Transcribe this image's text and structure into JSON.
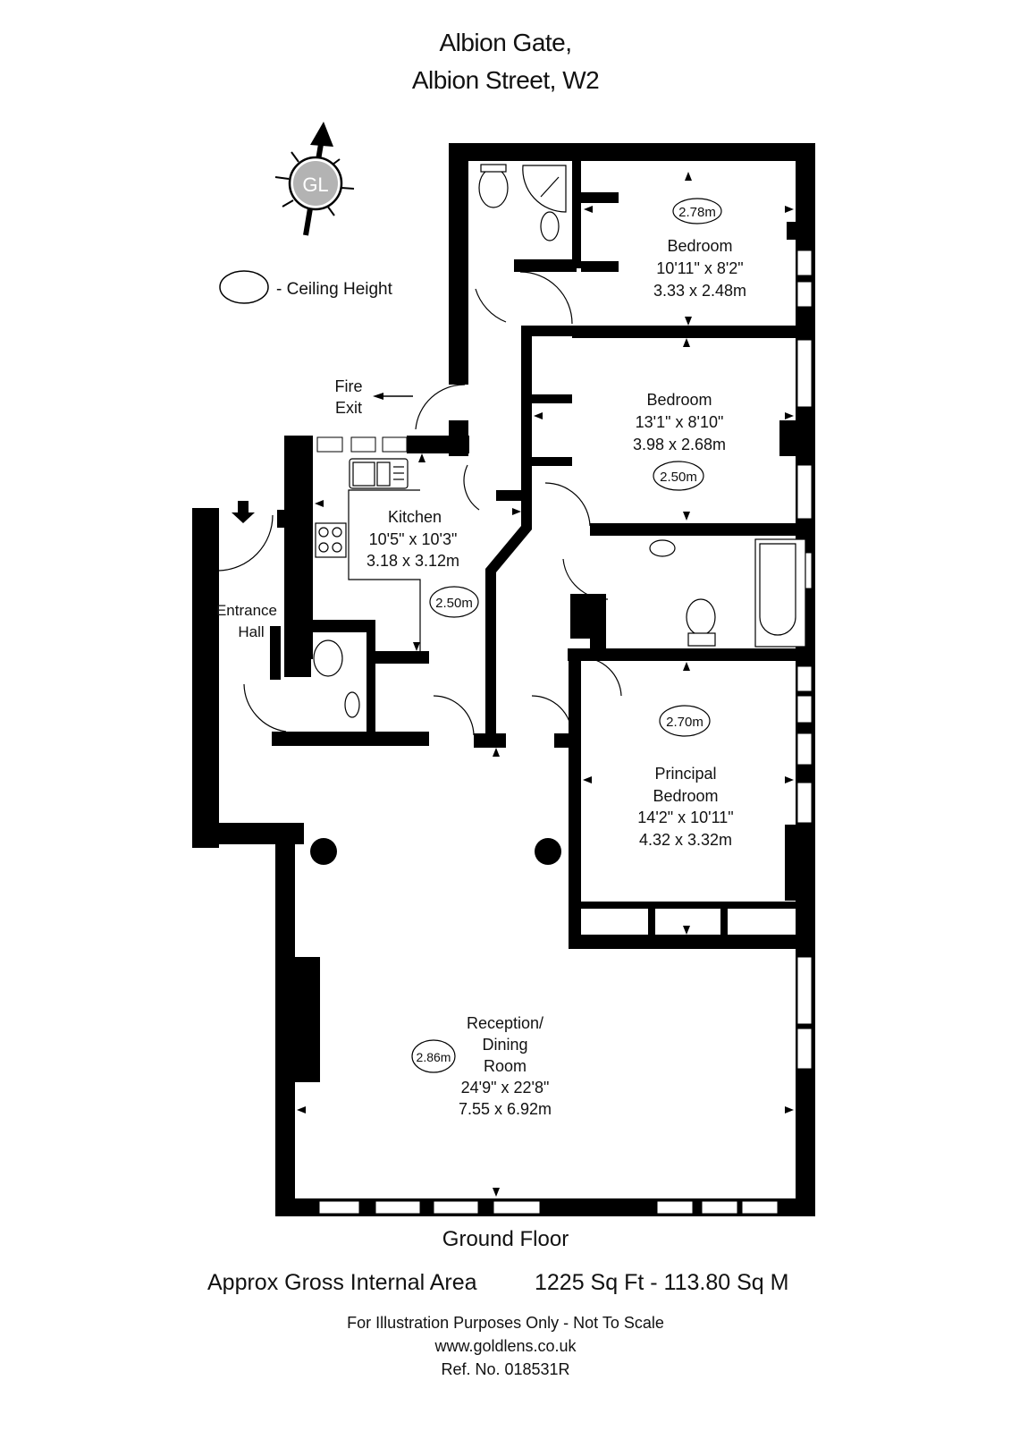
{
  "header": {
    "title_line1": "Albion Gate,",
    "title_line2": "Albion Street, W2"
  },
  "compass": {
    "icon": "north-arrow-compass-icon",
    "logo_text": "GL",
    "logo_color": "#b3b3b3"
  },
  "legend": {
    "ceiling_height_label": "- Ceiling Height"
  },
  "fire_exit": {
    "line1": "Fire",
    "line2": "Exit"
  },
  "rooms": [
    {
      "id": "bedroom-3",
      "name_line1": "Bedroom",
      "name_line2": "",
      "name_line3": "",
      "imperial": "10'11\" x 8'2\"",
      "metric": "3.33 x 2.48m",
      "ceiling": "2.78m"
    },
    {
      "id": "bedroom-2",
      "name_line1": "Bedroom",
      "name_line2": "",
      "name_line3": "",
      "imperial": "13'1\" x 8'10\"",
      "metric": "3.98 x 2.68m",
      "ceiling": "2.50m"
    },
    {
      "id": "kitchen",
      "name_line1": "Kitchen",
      "name_line2": "",
      "name_line3": "",
      "imperial": "10'5\" x 10'3\"",
      "metric": "3.18 x 3.12m",
      "ceiling": "2.50m"
    },
    {
      "id": "entrance-hall",
      "name_line1": "Entrance",
      "name_line2": "Hall",
      "name_line3": "",
      "imperial": "",
      "metric": "",
      "ceiling": ""
    },
    {
      "id": "principal-bedroom",
      "name_line1": "Principal",
      "name_line2": "Bedroom",
      "name_line3": "",
      "imperial": "14'2\" x 10'11\"",
      "metric": "4.32 x 3.32m",
      "ceiling": "2.70m"
    },
    {
      "id": "reception-dining",
      "name_line1": "Reception/",
      "name_line2": "Dining",
      "name_line3": "Room",
      "imperial": "24'9\" x 22'8\"",
      "metric": "7.55 x 6.92m",
      "ceiling": "2.86m"
    }
  ],
  "footer": {
    "floor_label": "Ground Floor",
    "area_label": "Approx Gross Internal Area",
    "area_value": "1225 Sq Ft  - 113.80 Sq M",
    "disclaimer": "For Illustration Purposes Only - Not To Scale",
    "website": "www.goldlens.co.uk",
    "reference": "Ref. No. 018531R"
  },
  "colors": {
    "wall": "#000000",
    "background": "#ffffff",
    "logo_grey": "#b3b3b3"
  }
}
